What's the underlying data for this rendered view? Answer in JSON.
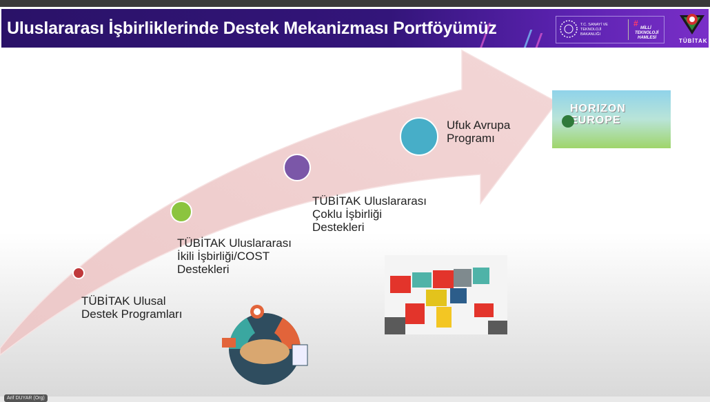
{
  "slide": {
    "title": "Uluslararası İşbirliklerinde Destek Mekanizması Portföyümüz",
    "logos": {
      "ministry": "T.C. SANAYİ VE TEKNOLOJİ BAKANLIĞI",
      "campaign": "MİLLİ TEKNOLOJİ HAMLESİ",
      "tubitak": "TÜBİTAK"
    },
    "steps": [
      {
        "line1": "TÜBİTAK Ulusal",
        "line2": "Destek Programları",
        "color": "#c0393b"
      },
      {
        "line1": "TÜBİTAK Uluslararası",
        "line2": "İkili İşbirliği/COST",
        "line3": "Destekleri",
        "color": "#8cc43f"
      },
      {
        "line1": "TÜBİTAK Uluslararası",
        "line2": "Çoklu İşbirliği",
        "line3": "Destekleri",
        "color": "#7b57a8"
      },
      {
        "line1": "Ufuk Avrupa",
        "line2": "Programı",
        "color": "#47aec8"
      }
    ],
    "horizon_logo": "HORIZON EUROPE"
  },
  "meeting": {
    "presenter": "Arif DUYAR (Org)"
  }
}
